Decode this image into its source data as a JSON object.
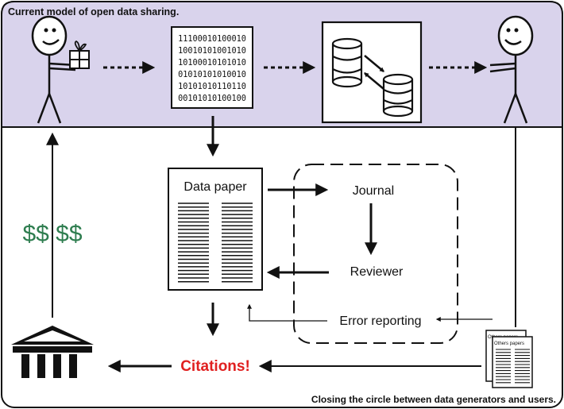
{
  "banner": {
    "title": "Current model of open data sharing.",
    "fill": "#d9d3ec"
  },
  "binary": {
    "rows": [
      "11100010100010",
      "10010101001010",
      "10100010101010",
      "01010101010010",
      "10101010110110",
      "00101010100100"
    ]
  },
  "data_paper": {
    "title": "Data paper"
  },
  "review": {
    "journal": "Journal",
    "reviewer": "Reviewer",
    "error_reporting": "Error reporting"
  },
  "funding": {
    "label": "$$ $$",
    "color": "#2e7d4f"
  },
  "citations": {
    "label": "Citations!",
    "color": "#e02020"
  },
  "others_papers": {
    "label": "Others papers"
  },
  "footer": {
    "caption": "Closing the circle between data generators and users."
  },
  "icons": [
    "person-giving-gift-icon",
    "binary-data-icon",
    "database-transfer-icon",
    "person-receiving-icon",
    "institution-icon",
    "stacked-papers-icon"
  ]
}
